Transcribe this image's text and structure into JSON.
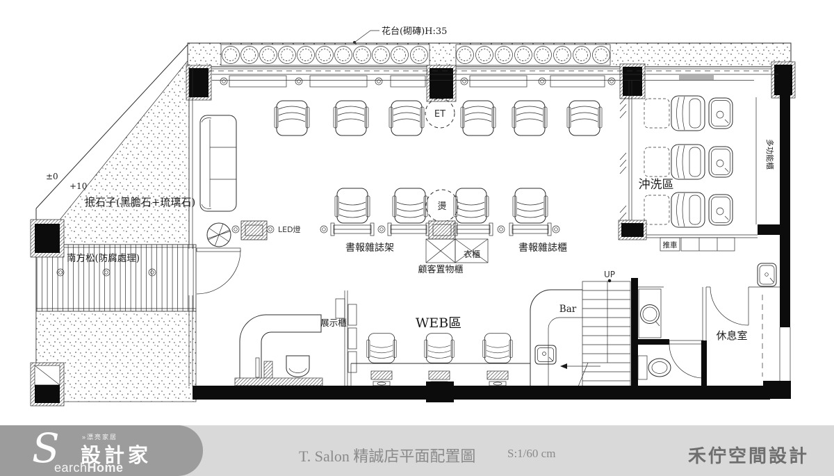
{
  "plan": {
    "labels": {
      "flower_bed": "花台(砌磚)H:35",
      "level_zero": "±0",
      "level_plus10": "+10",
      "stone": "抿石子(黑膽石+琉璃石)",
      "deck": "南方松(防腐處理)",
      "led_light": "LED燈",
      "magazine_rack": "書報雜誌架",
      "magazine_cabinet": "書報雜誌櫃",
      "customer_locker": "顧客置物櫃",
      "wardrobe": "衣櫃",
      "et": "ET",
      "perm": "燙",
      "wash_area": "沖洗區",
      "multifunction_cabinet": "多功能櫃",
      "cart": "推車",
      "display_cabinet": "展示櫃",
      "web_area": "WEB區",
      "bar": "Bar",
      "up": "UP",
      "rest_room": "休息室"
    }
  },
  "footer": {
    "logo": {
      "s": "S",
      "en_rest": "earch",
      "en_home": "Home",
      "brand": "設計家",
      "slogan": "»漂亮家居"
    },
    "title": "T. Salon 精誠店平面配置圖",
    "scale": "S:1/60  cm",
    "company": "禾佇空間設計"
  }
}
